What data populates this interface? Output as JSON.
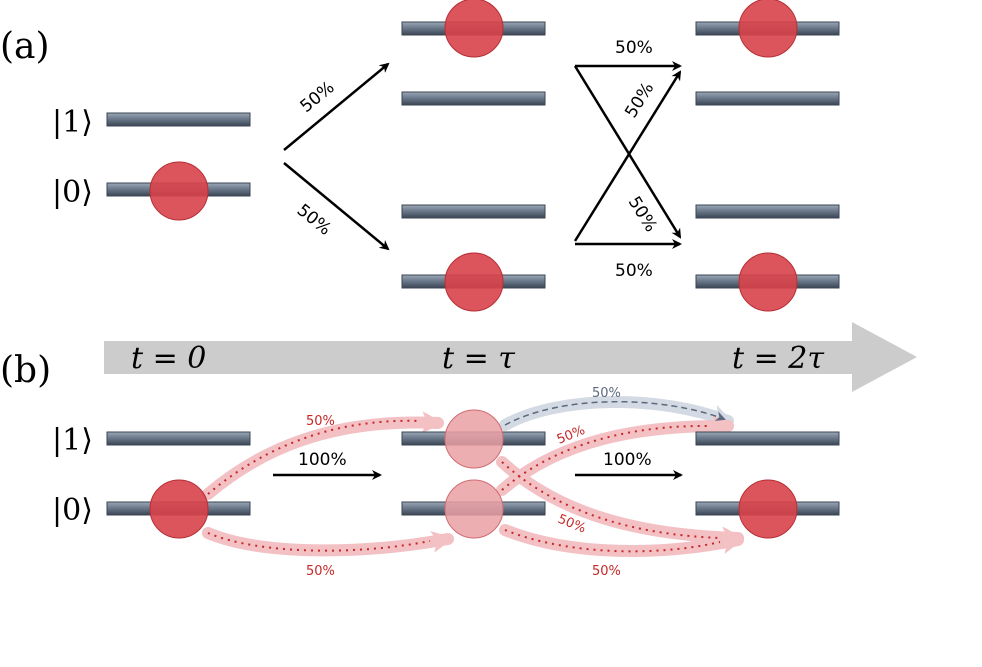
{
  "panel_a": {
    "label": "(a)",
    "ket_1": "|1⟩",
    "ket_0": "|0⟩",
    "prob_up": "50%",
    "prob_down": "50%",
    "prob_top_straight": "50%",
    "prob_cross_up": "50%",
    "prob_cross_down": "50%",
    "prob_bottom_straight": "50%"
  },
  "panel_b": {
    "label": "(b)",
    "ket_1": "|1⟩",
    "ket_0": "|0⟩",
    "time_0": "t = 0",
    "time_tau": "t = τ",
    "time_2tau": "t = 2τ",
    "prob_first": "100%",
    "prob_second": "100%",
    "prob_red_up": "50%",
    "prob_red_down": "50%",
    "prob_grey": "50%",
    "prob_red_cross_up": "50%",
    "prob_red_cross_down": "50%",
    "prob_red_bottom": "50%"
  },
  "colors": {
    "particle": "#d9434a",
    "particle_faded": "#eaa0a5",
    "level_bar": "#6b7a8c",
    "level_edge": "#3b4654",
    "time_arrow": "#cccccc",
    "red_path": "#c62828",
    "red_path_glow": "#f3c0c3",
    "grey_path": "#5c6a7e",
    "grey_path_glow": "#d4dae3"
  }
}
